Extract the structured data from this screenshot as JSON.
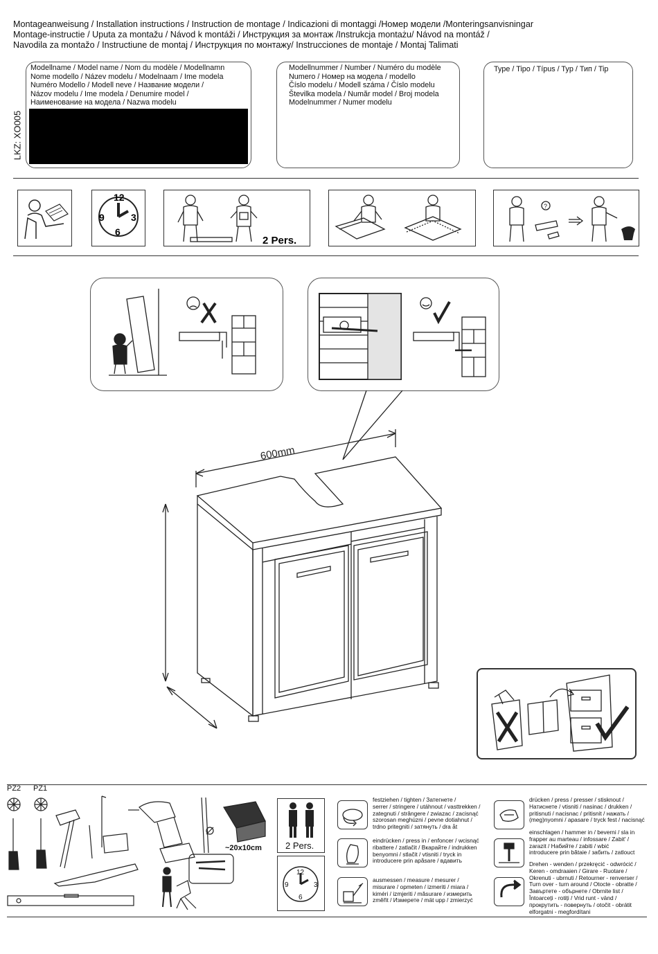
{
  "header": {
    "lines": [
      "Montageanweisung    / Installation instructions / Instruction de montage / Indicazioni di montaggi /Номер модели /Monteringsanvisningar",
      "Montage-instructie / Uputa za montažu / Návod k montáži / Инструкция за монтаж /Instrukcja montażu/ Návod na montáž /",
      "Navodila za montažo / Instructiune de montaj / Инструкция по монтажу/ Instrucciones de montaje / Montaj Talimati"
    ]
  },
  "info_boxes": {
    "model_name": {
      "lines": [
        "Modellname / Model name / Nom du modèle / Modellnamn",
        "Nome modello / Název modelu / Modelnaam / Ime modela",
        "Numéro Modello / Modell neve / Название модели /",
        "Názov modelu / Ime modela / Denumire model /",
        "Наименование на модела / Nazwa modelu"
      ]
    },
    "lkz": "LKZ: XO005",
    "model_number": {
      "lines": [
        "Modellnummer / Number / Numéro du modèle",
        "Numero /  Номер на модела / modello",
        "Číslo modelu / Modell száma / Číslo modelu",
        "Številka modela / Număr model / Broj modela",
        "Modelnummer / Numer modelu"
      ]
    },
    "type": {
      "lines": [
        "Type / Tipo / Típus / Typ / Тип / Tip"
      ]
    }
  },
  "prep_icons": {
    "two_persons_label": "2 Pers."
  },
  "assembly": {
    "width_label": "600mm"
  },
  "tools": {
    "pz2": "PZ2",
    "pz1": "PZ1",
    "dowel_size": "~20x10cm",
    "persons": "2 Pers."
  },
  "clock": {
    "n12": "12",
    "n3": "3",
    "n6": "6",
    "n9": "9"
  },
  "legend": {
    "tighten": [
      "festziehen / tighten / Затегнете /",
      "serrer / stringere / utáhnout / vasttrekken /",
      "zategnuti / strângere / zwiazac / zacisnąć",
      "szorosan meghúzni / pevne dotiahnut /",
      "trdno pritegniti / затянуть / dra åt"
    ],
    "press": [
      "eindrücken / press in / enfoncer / wcisnąć",
      "ribattere / zatlačit / Вкарайте / indrukken",
      "benyomni / stlačit / vtisniti / tryck in",
      "introducere prin apăsare / вдавить"
    ],
    "measure": [
      "ausmessen / measure / mesurer /",
      "misurare / opmeten / izmeriti / miara /",
      "kiméri / izmjeriti / măsurare / измерить",
      "změřit / Измерете / mät upp / zmierzyć"
    ],
    "push": [
      "drücken / press / presser / stisknout /",
      "Натиснете / vtisniti / nasinac / drukken /",
      "pritisnuti / nacisnac / pritisnit / нажать /",
      "(meg)nyomni / apasare / tryck fest / nacisnąć"
    ],
    "hammer": [
      "einschlagen / hammer in / beverni / sla in",
      "frapper au marteau / infossare / Zabit' /",
      "zarazit / Набийте / zabiti / wbić",
      "introducere prin bătaie / забить / zatlouct"
    ],
    "turn": [
      "Drehen - wenden / przekręcić - odwrócić /",
      "Keren - omdraaien / Girare - Ruotare /",
      "Okrenuti - ubrnuti / Retourner - renverser /",
      "Turn over - turn around / Otocte - obratte /",
      "Завъртете - обърнете / Obrnite list /",
      "Întoarceți - rotiți / Vrid runt - vänd /",
      "прокрутить - повернуть / otočit - obrátit",
      "elforgatni - megfordítani"
    ]
  }
}
